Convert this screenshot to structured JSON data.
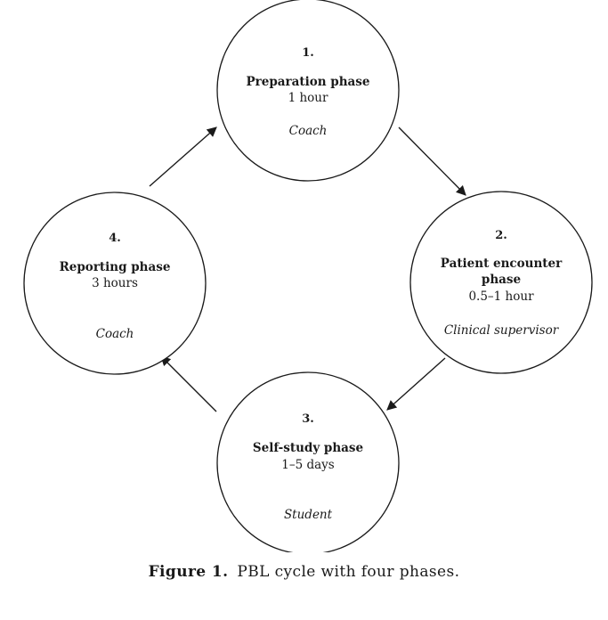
{
  "phases": [
    {
      "number": "1.",
      "title_lines": [
        "Preparation phase"
      ],
      "duration": "1 hour",
      "role": "Coach"
    },
    {
      "number": "2.",
      "title_lines": [
        "Patient encounter",
        "phase"
      ],
      "duration": "0.5–1 hour",
      "role": "Clinical supervisor"
    },
    {
      "number": "3.",
      "title_lines": [
        "Self-study phase"
      ],
      "duration": "1–5 days",
      "role": "Student"
    },
    {
      "number": "4.",
      "title_lines": [
        "Reporting phase"
      ],
      "duration": "3 hours",
      "role": "Coach"
    }
  ],
  "caption": {
    "label": "Figure 1.",
    "text": "PBL cycle with four phases."
  },
  "colors": {
    "ink": "#1a1a1a",
    "background": "#ffffff"
  }
}
